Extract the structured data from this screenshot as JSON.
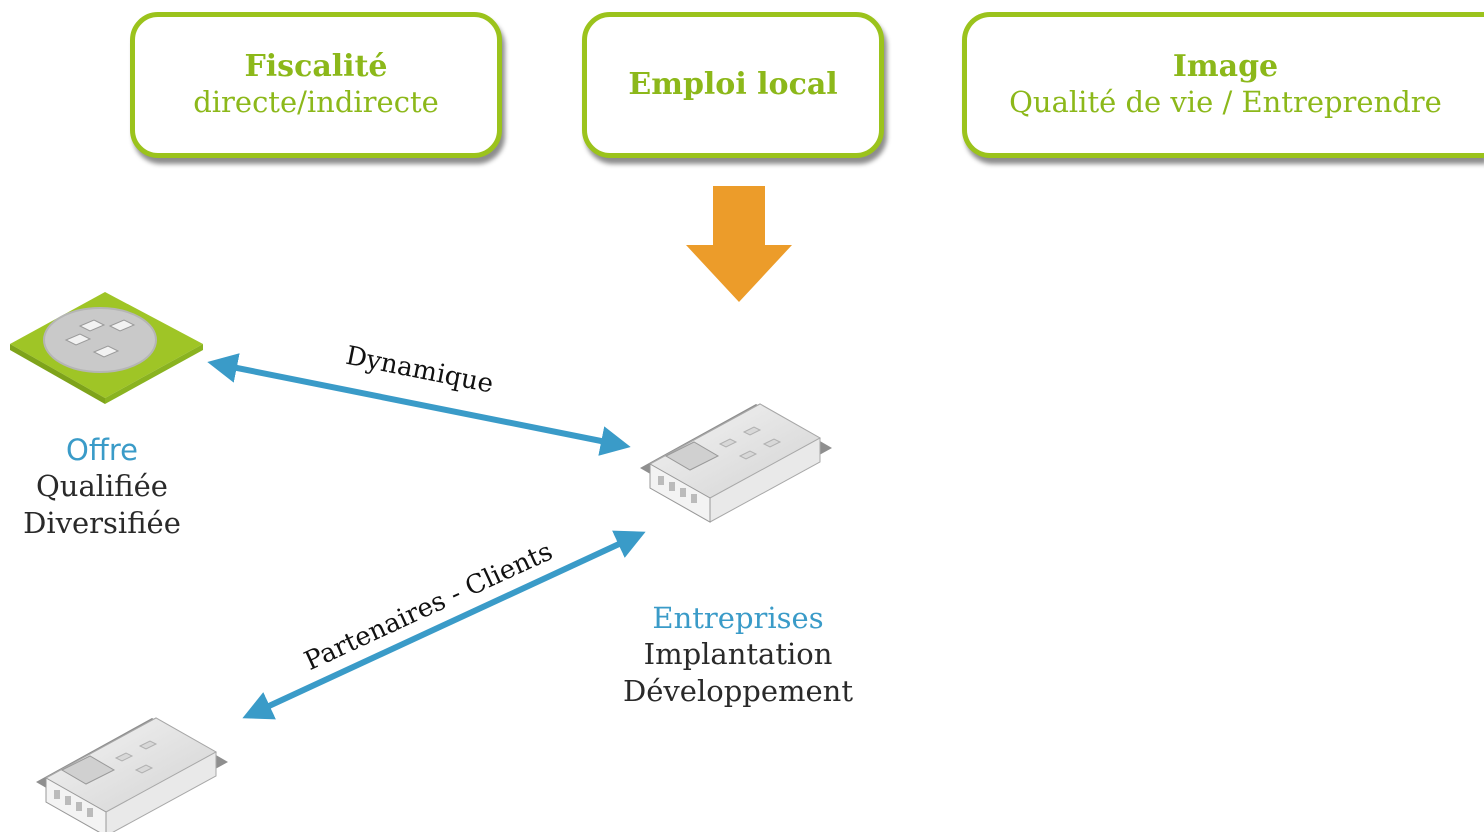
{
  "boxes": {
    "fiscalite": {
      "title": "Fiscalité",
      "subtitle": "directe/indirecte"
    },
    "emploi": {
      "title": "Emploi local"
    },
    "image": {
      "title": "Image",
      "subtitle": "Qualité de vie / Entreprendre"
    }
  },
  "labels": {
    "offre": {
      "title": "Offre",
      "line1": "Qualifiée",
      "line2": "Diversifiée"
    },
    "entreprises": {
      "title": "Entreprises",
      "line1": "Implantation",
      "line2": "Développement"
    }
  },
  "arrows": {
    "dynamique": "Dynamique",
    "partenaires": "Partenaires - Clients"
  },
  "colors": {
    "green": "#9bc31c",
    "blue": "#3a9bc8",
    "orange": "#ec9c2a"
  },
  "icons": [
    "zone-activite-icon",
    "building-icon"
  ]
}
